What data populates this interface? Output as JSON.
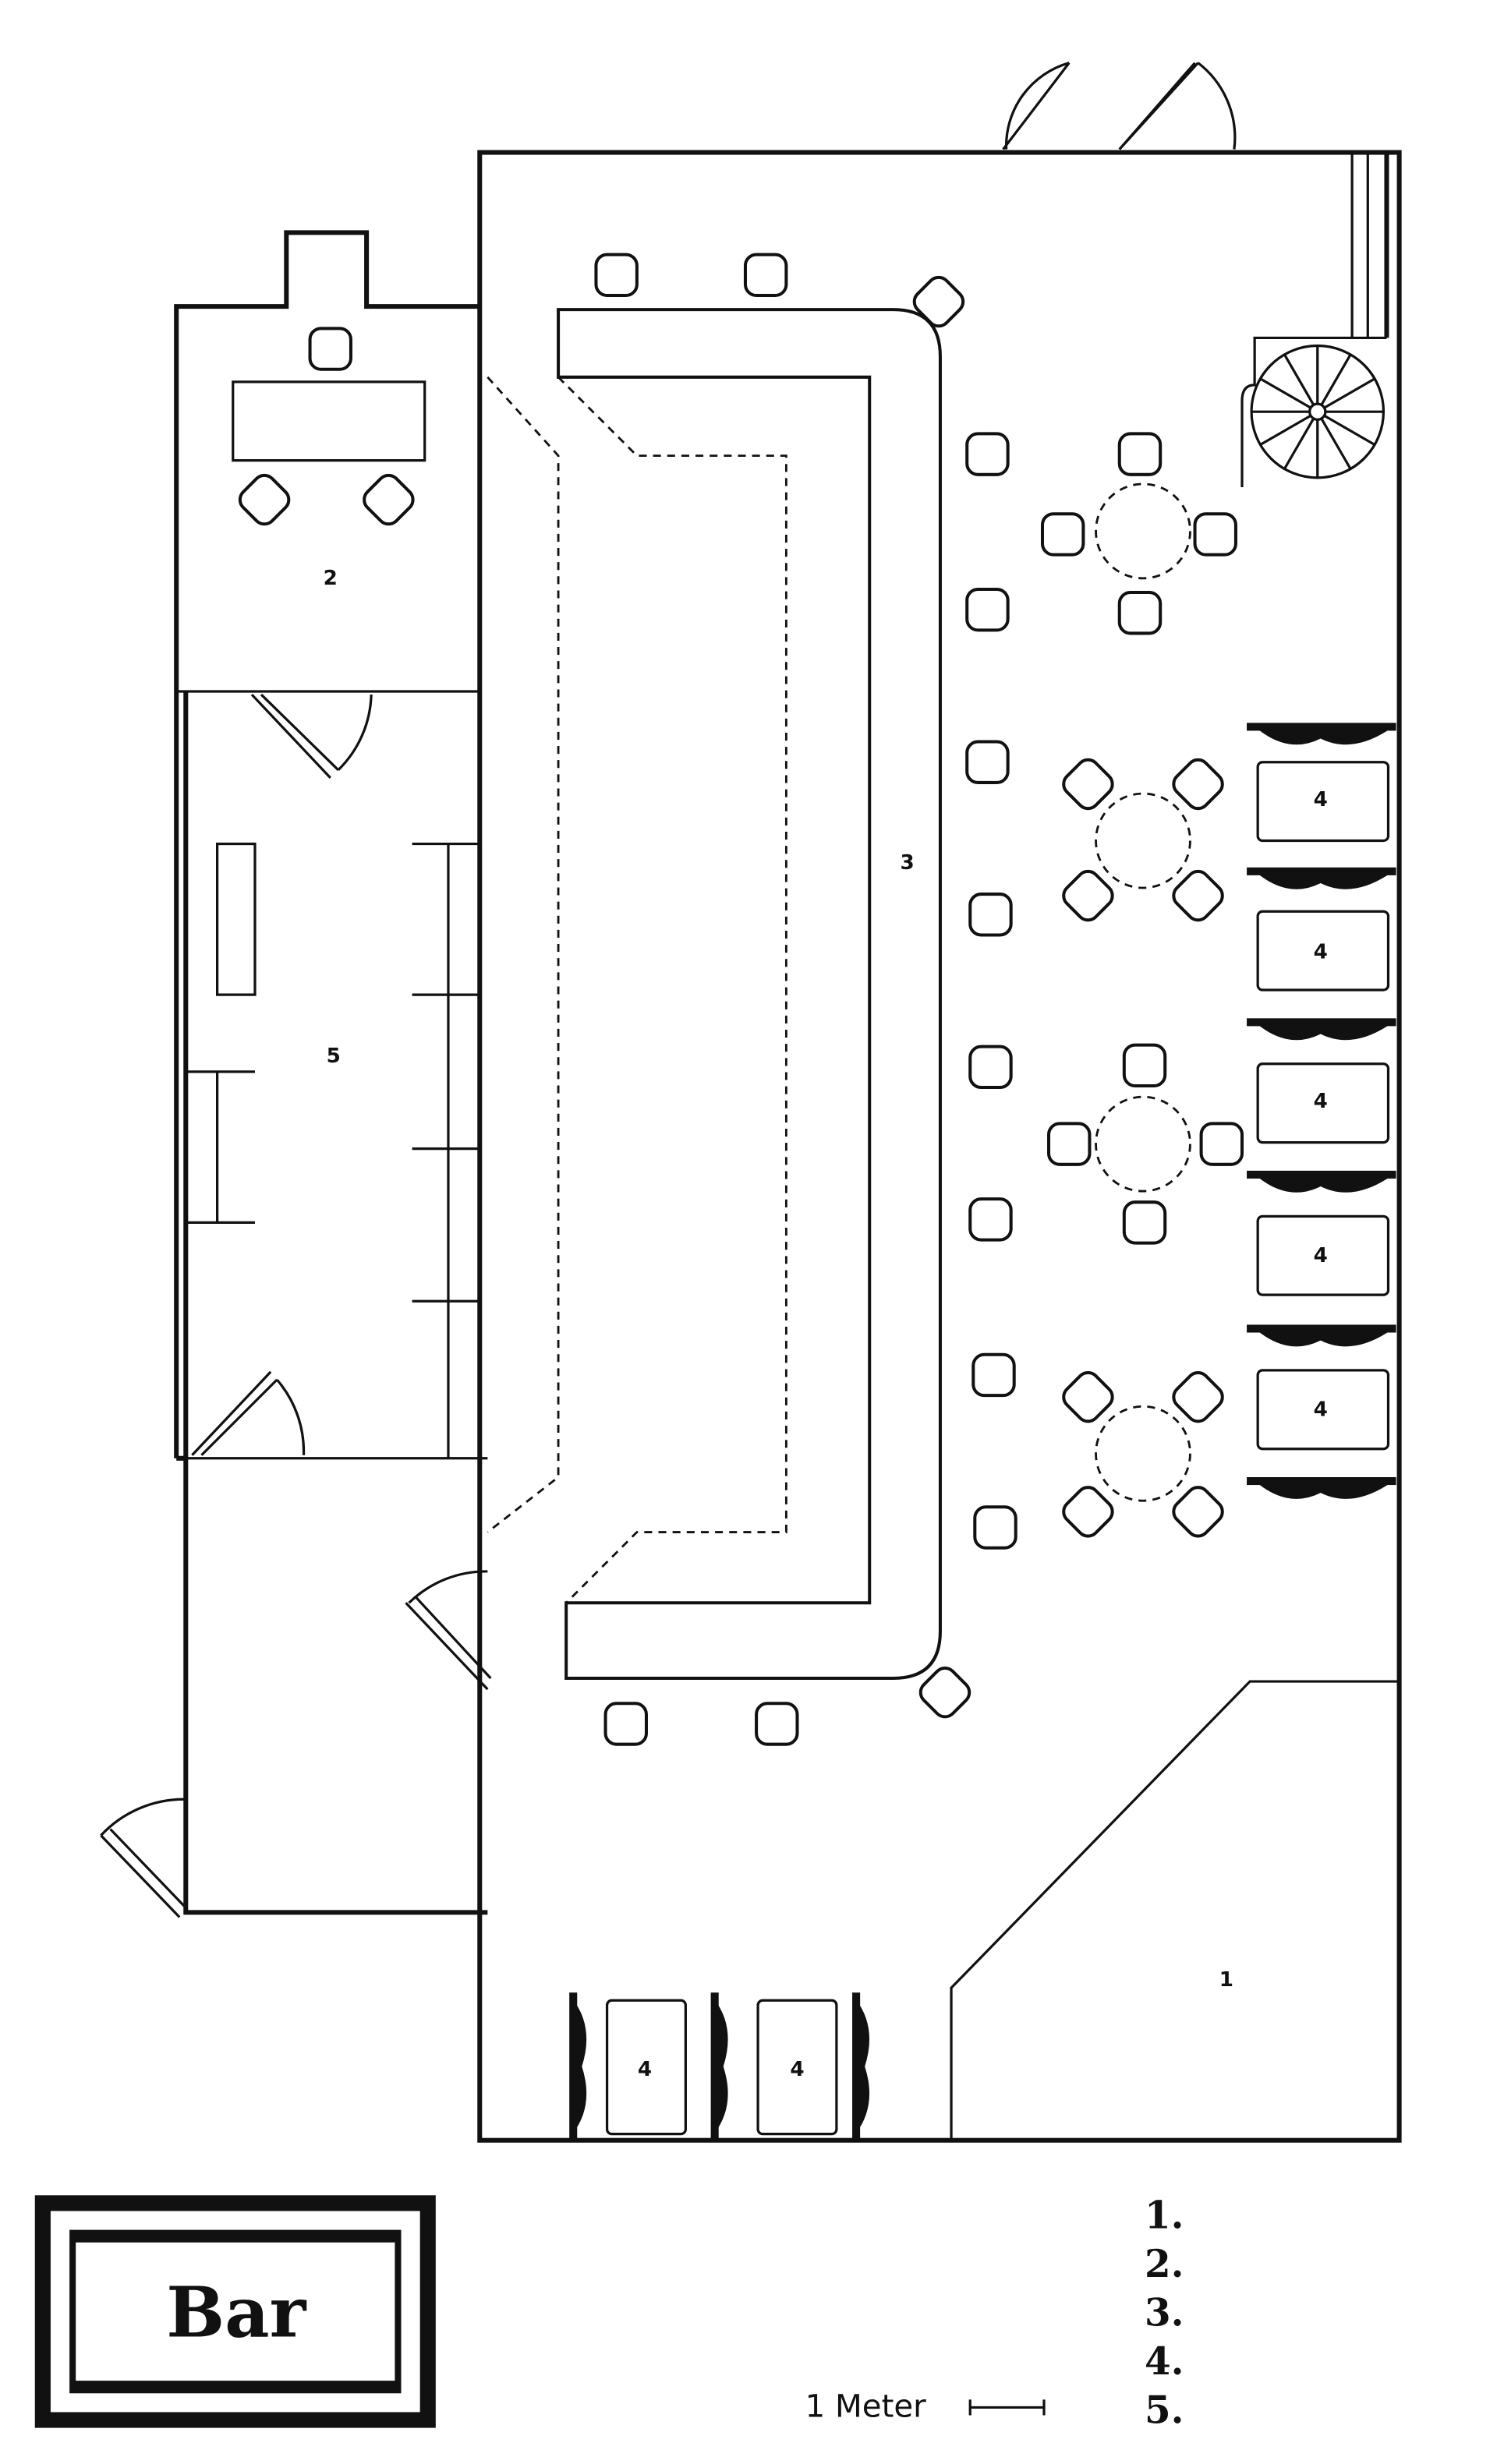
{
  "title": "Bar",
  "scale_label": "1 Meter",
  "legend": [
    "1.",
    "2.",
    "3.",
    "4.",
    "5."
  ],
  "rooms": {
    "r1": "1",
    "r2": "2",
    "r3": "3",
    "r5": "5"
  },
  "booth_label": "4"
}
